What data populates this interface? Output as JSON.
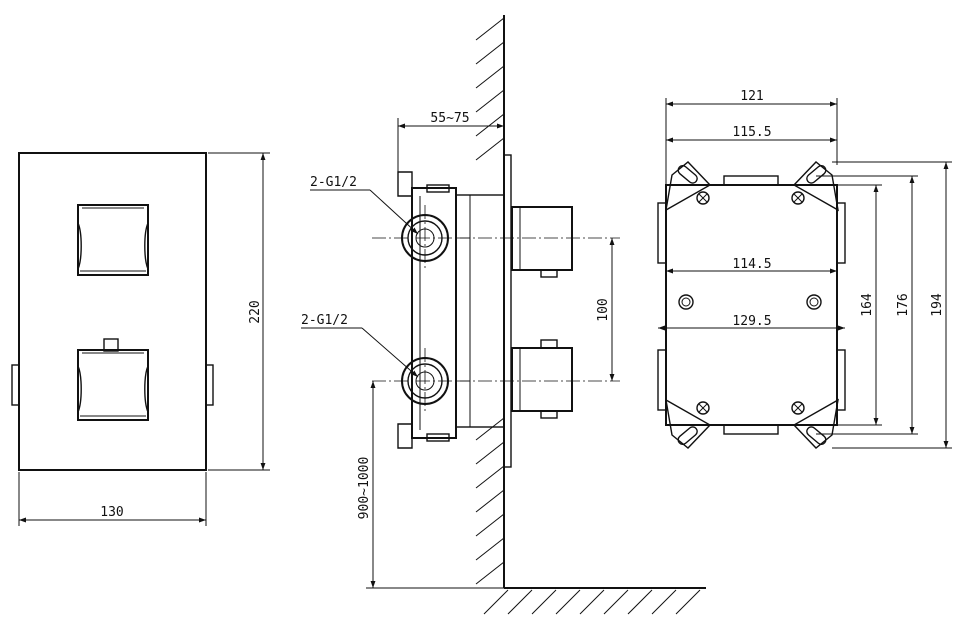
{
  "front_view": {
    "width_label": "130",
    "height_label": "220"
  },
  "side_view": {
    "depth_label": "55~75",
    "inlet_top_label": "2-G1/2",
    "inlet_bottom_label": "2-G1/2",
    "spacing_label": "100",
    "height_from_floor_label": "900~1000"
  },
  "box_view": {
    "width_outer_label": "121",
    "width_top_label": "115.5",
    "width_mid_label": "114.5",
    "width_low_label": "129.5",
    "height_inner_label": "164",
    "height_mid_label": "176",
    "height_outer_label": "194"
  }
}
